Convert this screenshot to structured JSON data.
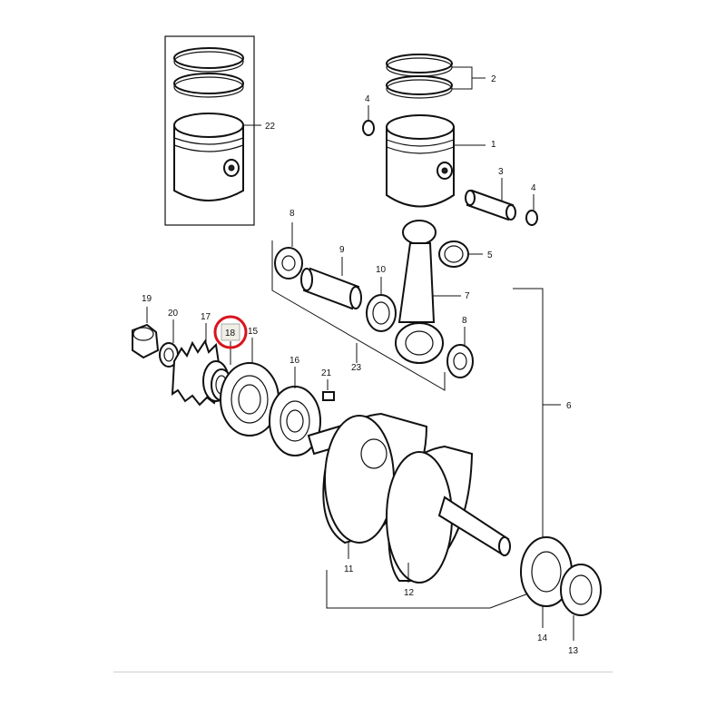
{
  "callouts": {
    "c1": "1",
    "c2": "2",
    "c3": "3",
    "c4a": "4",
    "c4b": "4",
    "c5": "5",
    "c6": "6",
    "c7": "7",
    "c8a": "8",
    "c8b": "8",
    "c9": "9",
    "c10": "10",
    "c11": "11",
    "c12": "12",
    "c13": "13",
    "c14": "14",
    "c15": "15",
    "c16": "16",
    "c17": "17",
    "c18": "18",
    "c19": "19",
    "c20": "20",
    "c21": "21",
    "c22": "22",
    "c23": "23"
  },
  "highlight": {
    "target": "18",
    "color": "#d8141c",
    "tag_fill": "#efefe6"
  }
}
